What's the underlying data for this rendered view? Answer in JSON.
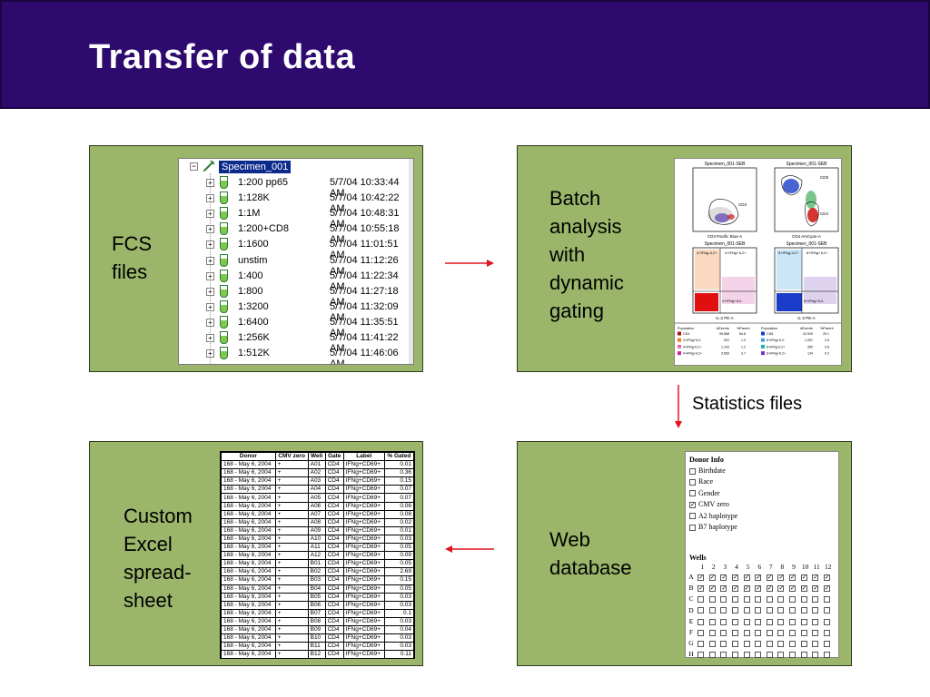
{
  "title": "Transfer of data",
  "colors": {
    "title_bg": "#2e0a6e",
    "panel_bg": "#9bb66a",
    "arrow": "#e0141e"
  },
  "fcs_panel": {
    "label_lines": [
      "FCS",
      "files"
    ],
    "specimen": "Specimen_001",
    "rows": [
      {
        "name": "1:200 pp65",
        "date": "5/7/04 10:33:44 AM"
      },
      {
        "name": "1:128K",
        "date": "5/7/04 10:42:22 AM"
      },
      {
        "name": "1:1M",
        "date": "5/7/04 10:48:31 AM"
      },
      {
        "name": "1:200+CD8",
        "date": "5/7/04 10:55:18 AM"
      },
      {
        "name": "1:1600",
        "date": "5/7/04 11:01:51 AM"
      },
      {
        "name": "unstim",
        "date": "5/7/04 11:12:26 AM"
      },
      {
        "name": "1:400",
        "date": "5/7/04 11:22:34 AM"
      },
      {
        "name": "1:800",
        "date": "5/7/04 11:27:18 AM"
      },
      {
        "name": "1:3200",
        "date": "5/7/04 11:32:09 AM"
      },
      {
        "name": "1:6400",
        "date": "5/7/04 11:35:51 AM"
      },
      {
        "name": "1:256K",
        "date": "5/7/04 11:41:22 AM"
      },
      {
        "name": "1:512K",
        "date": "5/7/04 11:46:06 AM"
      }
    ]
  },
  "batch_panel": {
    "label_lines": [
      "Batch",
      "analysis",
      "with",
      "dynamic",
      "gating"
    ],
    "plot_titles": [
      "Specimen_001-SEB",
      "Specimen_001-SEB",
      "Specimen_001-SEB",
      "Specimen_001-SEB"
    ],
    "plot_xlabels": [
      "CD3 Pacific Blue-A",
      "CD4 AmCyan-A",
      "IL-2 PE-A",
      "IL-2 PE-A"
    ],
    "gate_labels": [
      "CD3",
      "CD8",
      "CD4",
      "4+IFNg-IL2+",
      "4+IFNg+IL2+",
      "8+IFNg-IL2+",
      "8+IFNg+IL2+",
      "4+IFNg+IL2-",
      "8+IFNg+IL2-"
    ],
    "stats_headers": [
      "Population",
      "#Events",
      "%Parent"
    ],
    "stats_left": [
      {
        "pop": "CD4",
        "events": "95,568",
        "parent": "84.8",
        "color": "#b01010"
      },
      {
        "pop": "4+IFNg+IL2-",
        "events": "922",
        "parent": "1.0",
        "color": "#f07a20"
      },
      {
        "pop": "4+IFNg-IL2+",
        "events": "1,143",
        "parent": "1.2",
        "color": "#e070a0"
      },
      {
        "pop": "4+IFNg+IL2+",
        "events": "3,569",
        "parent": "3.7",
        "color": "#d020a0"
      }
    ],
    "stats_right": [
      {
        "pop": "CD8",
        "events": "42,925",
        "parent": "29.1",
        "color": "#1a3cc8"
      },
      {
        "pop": "8+IFNg+IL2-",
        "events": "1,057",
        "parent": "2.5",
        "color": "#40a0e0"
      },
      {
        "pop": "8+IFNg-IL2+",
        "events": "350",
        "parent": "0.8",
        "color": "#20b0b0"
      },
      {
        "pop": "8+IFNg+IL2+",
        "events": "134",
        "parent": "0.3",
        "color": "#8030c0"
      }
    ]
  },
  "stats_arrow_label": "Statistics files",
  "excel_panel": {
    "label_lines": [
      "Custom",
      "Excel",
      "spread-",
      "sheet"
    ],
    "headers": [
      "Donor",
      "CMV zero",
      "Well",
      "Gate",
      "Label",
      "% Gated"
    ],
    "rows": [
      [
        "168 - May 6, 2004",
        "+",
        "A01",
        "CD4",
        "IFNg+CD69+",
        "0.01"
      ],
      [
        "168 - May 6, 2004",
        "+",
        "A02",
        "CD4",
        "IFNg+CD69+",
        "0.36"
      ],
      [
        "168 - May 6, 2004",
        "+",
        "A03",
        "CD4",
        "IFNg+CD69+",
        "0.15"
      ],
      [
        "168 - May 6, 2004",
        "+",
        "A04",
        "CD4",
        "IFNg+CD69+",
        "0.07"
      ],
      [
        "168 - May 6, 2004",
        "+",
        "A05",
        "CD4",
        "IFNg+CD69+",
        "0.07"
      ],
      [
        "168 - May 6, 2004",
        "+",
        "A06",
        "CD4",
        "IFNg+CD69+",
        "0.06"
      ],
      [
        "168 - May 6, 2004",
        "+",
        "A07",
        "CD4",
        "IFNg+CD69+",
        "0.08"
      ],
      [
        "168 - May 6, 2004",
        "+",
        "A08",
        "CD4",
        "IFNg+CD69+",
        "0.02"
      ],
      [
        "168 - May 6, 2004",
        "+",
        "A09",
        "CD4",
        "IFNg+CD69+",
        "0.01"
      ],
      [
        "168 - May 6, 2004",
        "+",
        "A10",
        "CD4",
        "IFNg+CD69+",
        "0.03"
      ],
      [
        "168 - May 6, 2004",
        "+",
        "A11",
        "CD4",
        "IFNg+CD69+",
        "0.05"
      ],
      [
        "168 - May 6, 2004",
        "+",
        "A12",
        "CD4",
        "IFNg+CD69+",
        "0.09"
      ],
      [
        "168 - May 6, 2004",
        "+",
        "B01",
        "CD4",
        "IFNg+CD69+",
        "0.05"
      ],
      [
        "168 - May 6, 2004",
        "+",
        "B02",
        "CD4",
        "IFNg+CD69+",
        "2.69"
      ],
      [
        "168 - May 6, 2004",
        "+",
        "B03",
        "CD4",
        "IFNg+CD69+",
        "0.15"
      ],
      [
        "168 - May 6, 2004",
        "+",
        "B04",
        "CD4",
        "IFNg+CD69+",
        "0.05"
      ],
      [
        "168 - May 6, 2004",
        "+",
        "B05",
        "CD4",
        "IFNg+CD69+",
        "0.03"
      ],
      [
        "168 - May 6, 2004",
        "+",
        "B06",
        "CD4",
        "IFNg+CD69+",
        "0.03"
      ],
      [
        "168 - May 6, 2004",
        "+",
        "B07",
        "CD4",
        "IFNg+CD69+",
        "0.1"
      ],
      [
        "168 - May 6, 2004",
        "+",
        "B08",
        "CD4",
        "IFNg+CD69+",
        "0.03"
      ],
      [
        "168 - May 6, 2004",
        "+",
        "B09",
        "CD4",
        "IFNg+CD69+",
        "0.04"
      ],
      [
        "168 - May 6, 2004",
        "+",
        "B10",
        "CD4",
        "IFNg+CD69+",
        "0.03"
      ],
      [
        "168 - May 6, 2004",
        "+",
        "B11",
        "CD4",
        "IFNg+CD69+",
        "0.03"
      ],
      [
        "168 - May 6, 2004",
        "+",
        "B12",
        "CD4",
        "IFNg+CD69+",
        "0.11"
      ]
    ]
  },
  "web_panel": {
    "label_lines": [
      "Web",
      "database"
    ],
    "form_title": "Donor Info",
    "options": [
      {
        "label": "Birthdate",
        "checked": false
      },
      {
        "label": "Race",
        "checked": false
      },
      {
        "label": "Gender",
        "checked": false
      },
      {
        "label": "CMV zero",
        "checked": true
      },
      {
        "label": "A2 haplotype",
        "checked": false
      },
      {
        "label": "B7 haplotype",
        "checked": false
      }
    ],
    "wells_title": "Wells",
    "columns": [
      "1",
      "2",
      "3",
      "4",
      "5",
      "6",
      "7",
      "8",
      "9",
      "10",
      "11",
      "12"
    ],
    "rows": [
      "A",
      "B",
      "C",
      "D",
      "E",
      "F",
      "G",
      "H"
    ],
    "checked_rows": [
      "A",
      "B"
    ]
  }
}
